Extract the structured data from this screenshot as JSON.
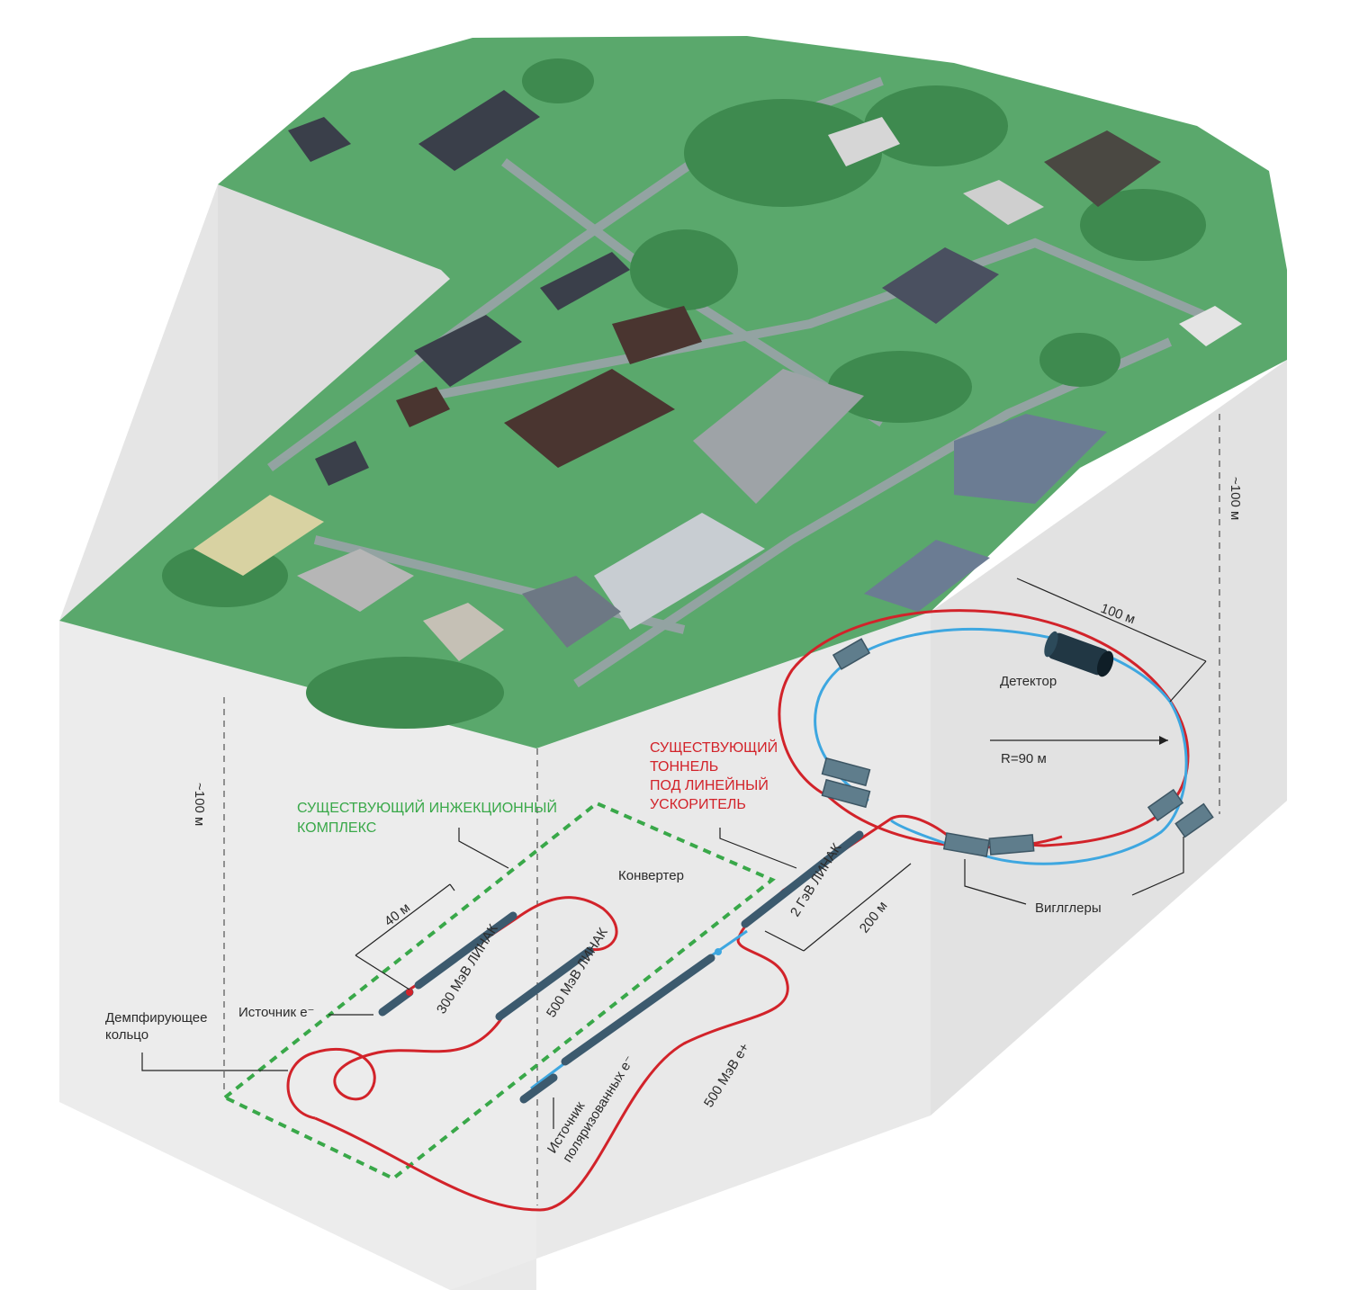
{
  "labels": {
    "existing_injection_complex_line1": "СУЩЕСТВУЮЩИЙ ИНЖЕКЦИОННЫЙ",
    "existing_injection_complex_line2": "КОМПЛЕКС",
    "existing_tunnel_line1": "СУЩЕСТВУЮЩИЙ",
    "existing_tunnel_line2": "ТОННЕЛЬ",
    "existing_tunnel_line3": "ПОД ЛИНЕЙНЫЙ",
    "existing_tunnel_line4": "УСКОРИТЕЛЬ",
    "converter": "Конвертер",
    "linac_300": "300 МэВ ЛИНАК",
    "linac_500": "500 МэВ ЛИНАК",
    "linac_2gev": "2 ГэВ ЛИНАК",
    "source_e": "Источник e⁻",
    "damping_ring_line1": "Демпфирующее",
    "damping_ring_line2": "кольцо",
    "polarized_source_line1": "Источник",
    "polarized_source_line2": "поляризованных e⁻",
    "positron_500": "500 МэВ e+",
    "detector": "Детектор",
    "radius": "R=90 м",
    "wigglers": "Виглглеры",
    "dim_40": "40 м",
    "dim_100": "100 м",
    "dim_200": "200 м",
    "depth_left": "~100 м",
    "depth_right": "~100 м"
  },
  "colors": {
    "tunnel_red": "#d2232a",
    "beam_blue": "#3ea7e0",
    "complex_green": "#39a849",
    "terrain_green": "#5aa86c",
    "ground_light": "#ededed",
    "ground_shade": "#dcdcdc",
    "accelerator_pipe": "#3c5a6e"
  },
  "icons": [
    "detector-cylinder-icon",
    "wiggler-magnet-icon",
    "building-icon",
    "tree-icon"
  ]
}
